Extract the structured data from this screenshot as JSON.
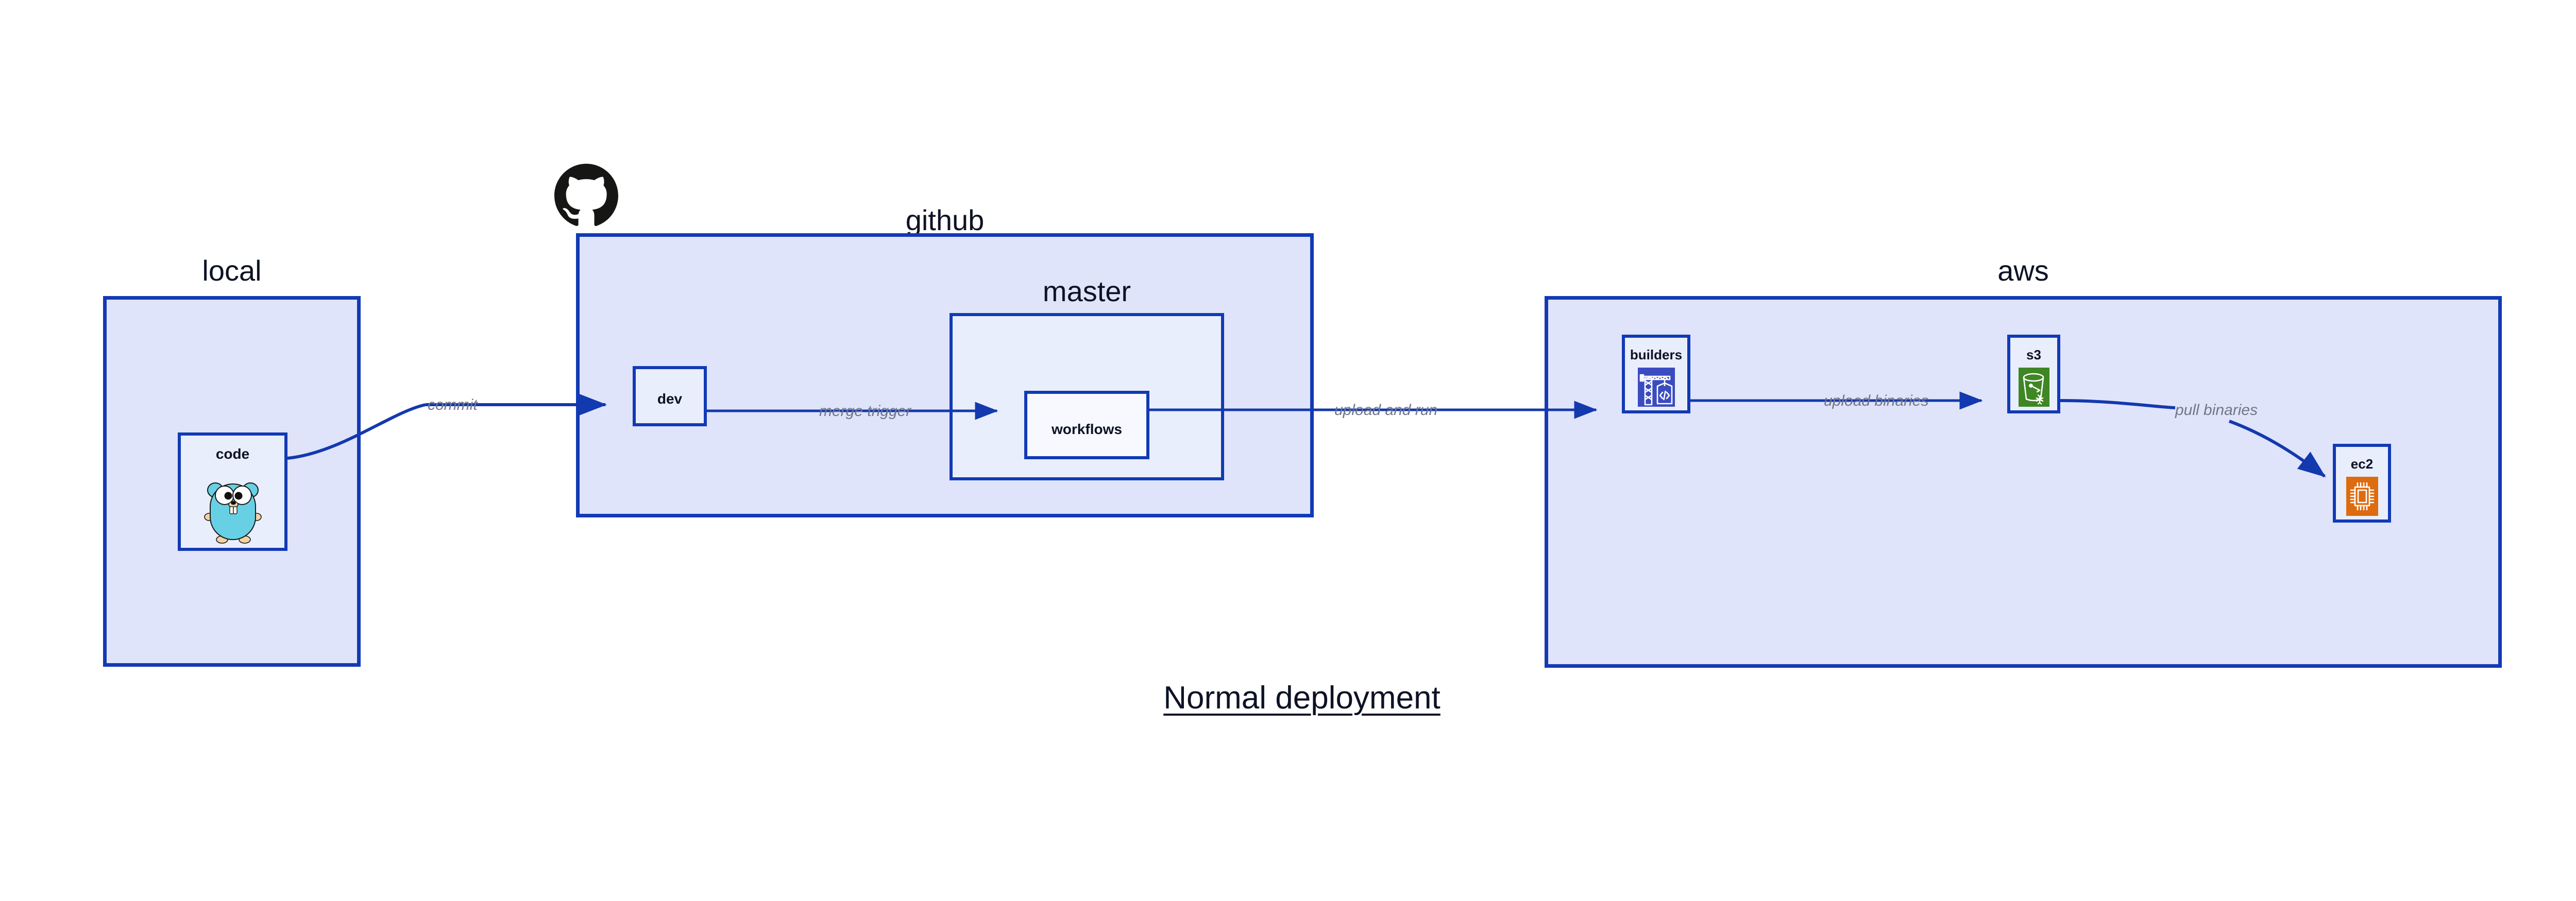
{
  "title": "Normal deployment",
  "colors": {
    "group_fill": "#dfe4fa",
    "node_fill": "#e9eefc",
    "node_fill_white": "#f7f9fe",
    "border": "#123ab5",
    "edge": "#1339ae",
    "edge_label_text": "#72768a",
    "node_text": "#0d1225",
    "gopher_body": "#68d0e4",
    "builders_icon_bg": "#3b4cc0",
    "s3_icon_bg": "#3f8624",
    "ec2_icon_bg": "#dd6b10",
    "github_logo": "#161614"
  },
  "groups": [
    {
      "id": "local",
      "label": "local"
    },
    {
      "id": "github",
      "label": "github"
    },
    {
      "id": "master",
      "label": "master"
    },
    {
      "id": "aws",
      "label": "aws"
    }
  ],
  "nodes": [
    {
      "id": "code",
      "label": "code",
      "icon": "go-gopher-icon"
    },
    {
      "id": "dev",
      "label": "dev",
      "icon": null
    },
    {
      "id": "workflows",
      "label": "workflows",
      "icon": null
    },
    {
      "id": "builders",
      "label": "builders",
      "icon": "aws-builders-crane-icon"
    },
    {
      "id": "s3",
      "label": "s3",
      "icon": "aws-s3-bucket-icon"
    },
    {
      "id": "ec2",
      "label": "ec2",
      "icon": "aws-ec2-chip-icon"
    }
  ],
  "edges": [
    {
      "id": "code-to-dev",
      "from": "code",
      "to": "dev",
      "label": "commit"
    },
    {
      "id": "dev-to-workflows",
      "from": "dev",
      "to": "workflows",
      "label": "merge trigger"
    },
    {
      "id": "workflows-to-builders",
      "from": "workflows",
      "to": "builders",
      "label": "upload and run"
    },
    {
      "id": "builders-to-s3",
      "from": "builders",
      "to": "s3",
      "label": "upload binaries"
    },
    {
      "id": "s3-to-ec2",
      "from": "s3",
      "to": "ec2",
      "label": "pull binaries"
    }
  ],
  "icons": {
    "github_logo": "github-octocat-icon"
  }
}
